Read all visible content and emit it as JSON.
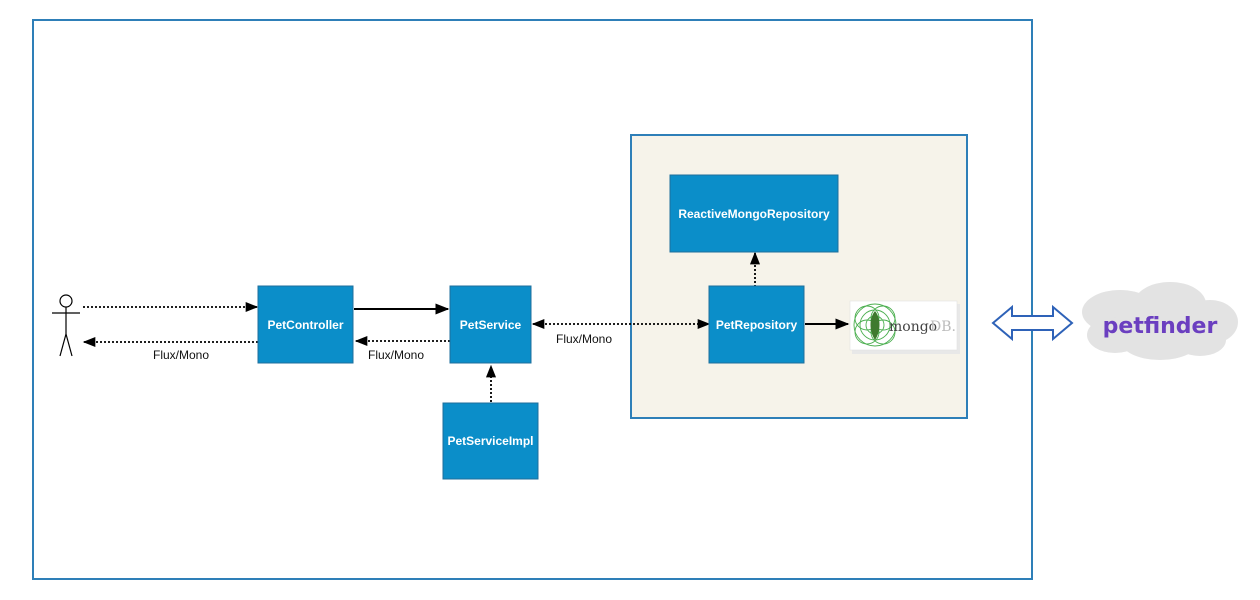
{
  "components": {
    "pet_controller": "PetController",
    "pet_service": "PetService",
    "pet_service_impl": "PetServiceImpl",
    "pet_repository": "PetRepository",
    "reactive_mongo_repository": "ReactiveMongoRepository"
  },
  "labels": {
    "flux_mono_user": "Flux/Mono",
    "flux_mono_controller": "Flux/Mono",
    "flux_mono_repository": "Flux/Mono"
  },
  "logos": {
    "mongodb_main": "mongo",
    "mongodb_suffix": "DB.",
    "petfinder": "petfinder"
  },
  "colors": {
    "box_fill": "#0b8ec9",
    "box_border": "#1f6f9c",
    "frame_border": "#2e7fb8",
    "repo_container_fill": "#f6f3ea",
    "petfinder_purple": "#6b3fc0",
    "mongo_green": "#4caf50",
    "double_arrow": "#2e62b8"
  }
}
